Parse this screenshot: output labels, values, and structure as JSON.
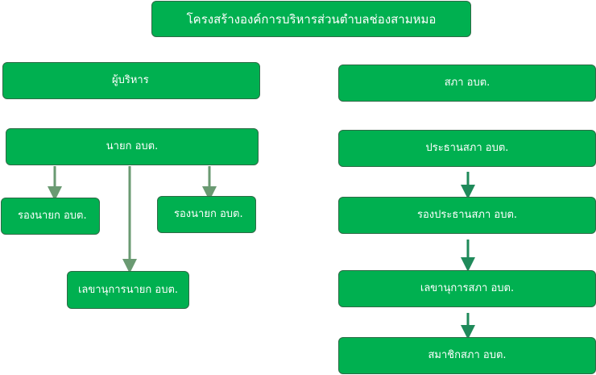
{
  "title": "โครงสร้างองค์การบริหารส่วนตำบลช่องสามหมอ",
  "left": {
    "header": "ผู้บริหาร",
    "mayor": "นายก อบต.",
    "deputy_1": "รองนายก อบต.",
    "deputy_2": "รองนายก อบต.",
    "secretary": "เลขานุการนายก อบต."
  },
  "right": {
    "header": "สภา อบต.",
    "president": "ประธานสภา อบต.",
    "vice_president": "รองประธานสภา อบต.",
    "secretary": "เลขานุการสภา อบต.",
    "members": "สมาชิกสภา อบต."
  },
  "colors": {
    "box_fill": "#00b050",
    "box_border": "#2e6b46",
    "connector_left": "#6a9a72",
    "connector_right": "#1f8a5a"
  }
}
